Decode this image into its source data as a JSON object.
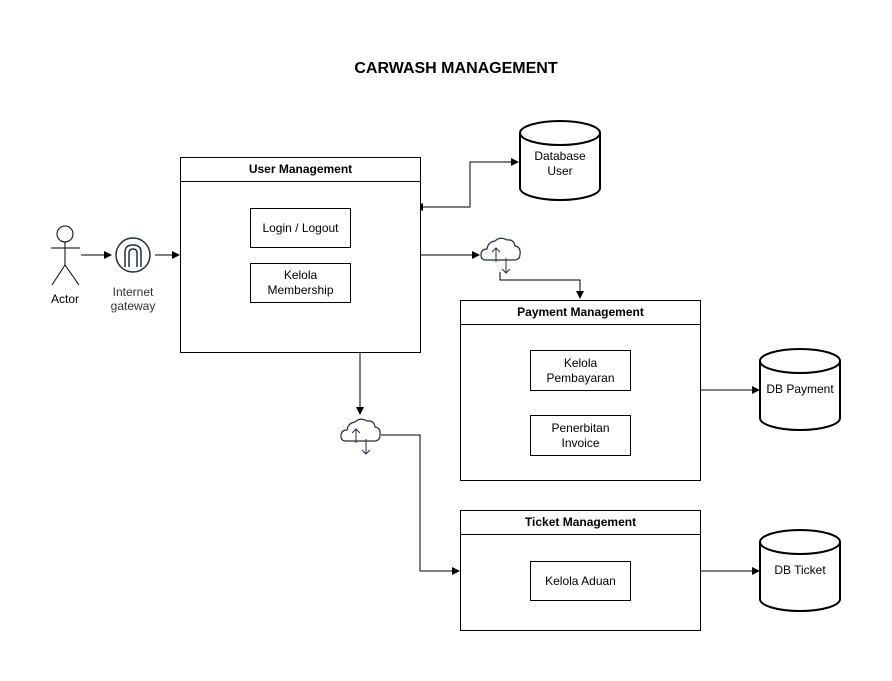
{
  "title": "CARWASH MANAGEMENT",
  "actor": {
    "label": "Actor"
  },
  "gateway": {
    "label_line1": "Internet",
    "label_line2": "gateway"
  },
  "user_management": {
    "title": "User Management",
    "items": [
      "Login / Logout",
      "Kelola",
      "Membership"
    ]
  },
  "payment_management": {
    "title": "Payment Management",
    "items": [
      "Kelola",
      "Pembayaran",
      "Penerbitan",
      "Invoice"
    ]
  },
  "ticket_management": {
    "title": "Ticket Management",
    "items": [
      "Kelola Aduan"
    ]
  },
  "databases": {
    "user": {
      "line1": "Database",
      "line2": "User"
    },
    "payment": {
      "label": "DB Payment"
    },
    "ticket": {
      "label": "DB Ticket"
    }
  },
  "icons": {
    "actor": "stick-figure-icon",
    "gateway": "internet-gateway-icon",
    "cloud": "cloud-upload-download-icon",
    "database": "cylinder-database-icon"
  },
  "colors": {
    "stroke": "#000000",
    "icon_stroke": "#232f3e",
    "background": "#ffffff"
  }
}
